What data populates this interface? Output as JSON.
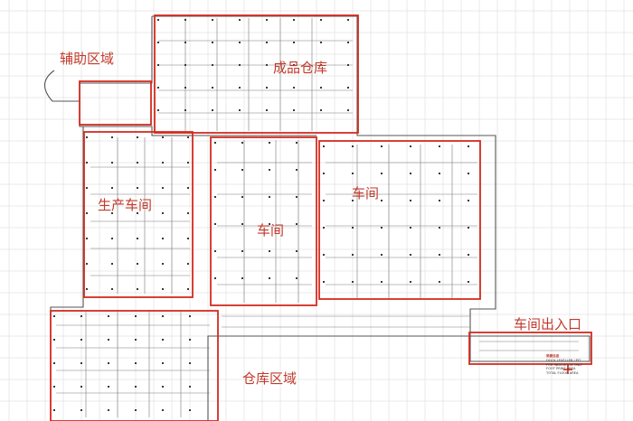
{
  "zones": [
    {
      "id": "auxiliary",
      "label": "辅助区域"
    },
    {
      "id": "finished-goods",
      "label": "成品仓库"
    },
    {
      "id": "production",
      "label": "生产车间"
    },
    {
      "id": "workshop-middle",
      "label": "车间"
    },
    {
      "id": "workshop-right",
      "label": "车间"
    },
    {
      "id": "warehouse",
      "label": "仓库区域"
    },
    {
      "id": "entrance",
      "label": "车间出入口"
    }
  ],
  "legend_lines": [
    "简要信息",
    "DOCK LEVELLER / PIT",
    "FOR INDICATION ONLY",
    "FOOT PRINT AREA",
    "TOTAL FLOOR AREA"
  ],
  "colors": {
    "highlight": "#d42b20",
    "label": "#c23a2b",
    "drawing": "#6a6a6a",
    "grid": "#cfcfcf"
  }
}
